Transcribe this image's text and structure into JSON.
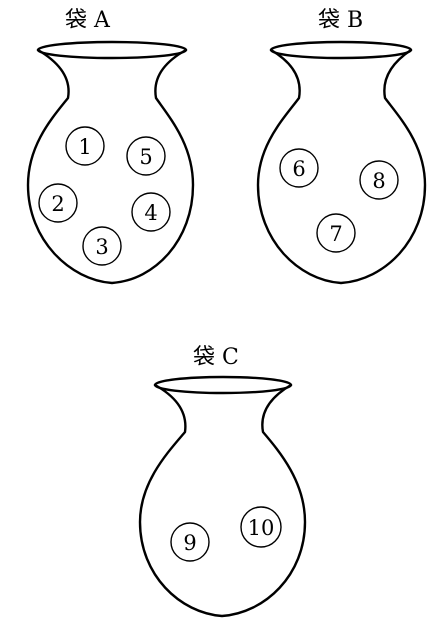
{
  "bags": [
    {
      "label": "袋 A",
      "balls": [
        "1",
        "5",
        "2",
        "4",
        "3"
      ]
    },
    {
      "label": "袋 B",
      "balls": [
        "6",
        "8",
        "7"
      ]
    },
    {
      "label": "袋 C",
      "balls": [
        "9",
        "10"
      ]
    }
  ]
}
